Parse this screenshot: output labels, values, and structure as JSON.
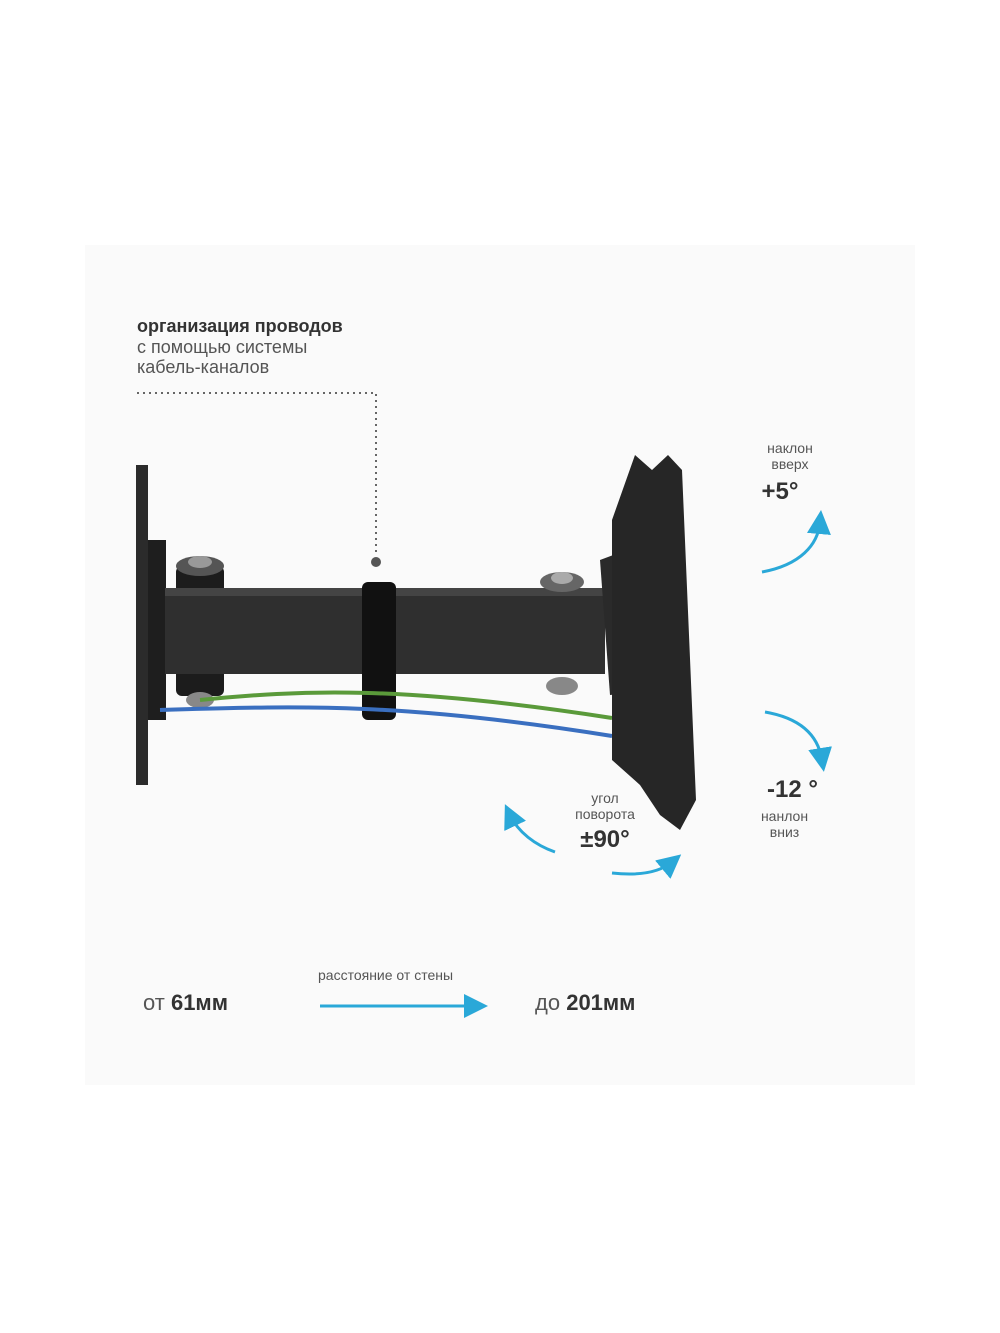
{
  "cable_management": {
    "line1": "организация проводов",
    "line2": "с помощью системы",
    "line3": "кабель-каналов"
  },
  "tilt_up": {
    "label_line1": "наклон",
    "label_line2": "вверх",
    "value": "+5°"
  },
  "tilt_down": {
    "value": "-12 °",
    "label_line1": "нанлон",
    "label_line2": "вниз"
  },
  "swivel": {
    "label_line1": "угол",
    "label_line2": "поворота",
    "value": "±90°"
  },
  "distance": {
    "label": "расстояние от стены",
    "from_prefix": "от",
    "from_value": "61мм",
    "to_prefix": "до",
    "to_value": "201мм"
  },
  "colors": {
    "accent": "#2aa8d8",
    "metal": "#2b2b2b",
    "wire_green": "#5a9a3a",
    "wire_blue": "#3a6fc0"
  },
  "icons": [
    "arrow-tilt-up-icon",
    "arrow-tilt-down-icon",
    "arrow-swivel-icon",
    "arrow-distance-icon"
  ]
}
